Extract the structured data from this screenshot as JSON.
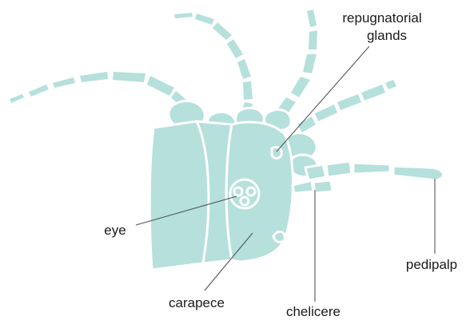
{
  "colors": {
    "body_fill": "#b5e0dc",
    "segment_line": "#ffffff",
    "leader_line": "#555555",
    "label_text": "#1a1a1a"
  },
  "labels": {
    "repugnatorial_line1": "repugnatorial",
    "repugnatorial_line2": "glands",
    "eye": "eye",
    "carapece": "carapece",
    "chelicere": "chelicere",
    "pedipalp": "pedipalp"
  }
}
